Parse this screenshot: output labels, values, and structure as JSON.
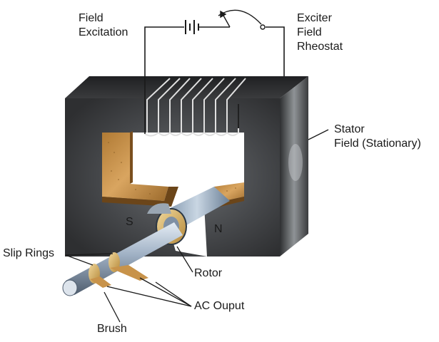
{
  "labels": {
    "field_excitation": [
      "Field",
      "Excitation"
    ],
    "exciter_field_rheostat": [
      "Exciter",
      "Field",
      "Rheostat"
    ],
    "stator": [
      "Stator",
      "Field (Stationary)"
    ],
    "pole_south": "S",
    "pole_north": "N",
    "slip_rings": "Slip Rings",
    "rotor": "Rotor",
    "ac_output": "AC Ouput",
    "brush": "Brush"
  },
  "colors": {
    "stator_dark": "#3a3b3c",
    "stator_mid": "#5b5d5f",
    "stator_light": "#9a9ea1",
    "pole_face": "#c8934a",
    "pole_shadow": "#8a5e26",
    "coil_wire": "#d9d9d9",
    "shaft": "#9fb0c4",
    "slip_ring": "#d8b060",
    "line": "#1a1a1a"
  }
}
